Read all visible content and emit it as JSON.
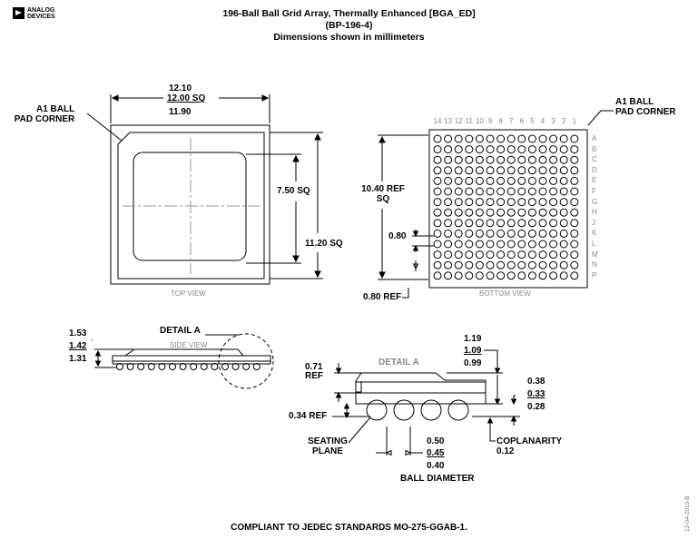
{
  "header": {
    "logo_line1": "ANALOG",
    "logo_line2": "DEVICES",
    "title": "196-Ball Ball Grid Array, Thermally Enhanced [BGA_ED]",
    "subtitle": "(BP-196-4)",
    "units_note": "Dimensions shown in millimeters"
  },
  "top_view": {
    "dim_max": "12.10",
    "dim_nom": "12.00 SQ",
    "dim_min": "11.90",
    "a1_label_line1": "A1 BALL",
    "a1_label_line2": "PAD CORNER",
    "inner_dim": "7.50 SQ",
    "outer_dim": "11.20 SQ",
    "view_label": "TOP VIEW"
  },
  "bottom_view": {
    "a1_label_line1": "A1 BALL",
    "a1_label_line2": "PAD CORNER",
    "column_numbers": [
      "14",
      "13",
      "12",
      "11",
      "10",
      "9",
      "8",
      "7",
      "6",
      "5",
      "4",
      "3",
      "2",
      "1"
    ],
    "row_letters": [
      "A",
      "B",
      "C",
      "D",
      "E",
      "F",
      "G",
      "H",
      "J",
      "K",
      "L",
      "M",
      "N",
      "P"
    ],
    "ref_dim_line1": "10.40 REF",
    "ref_dim_line2": "SQ",
    "pitch_vertical": "0.80",
    "pitch_horizontal": "0.80 REF",
    "view_label": "BOTTOM VIEW"
  },
  "side_view": {
    "h_max": "1.53",
    "h_nom": "1.42",
    "h_min": "1.31",
    "detail_label": "DETAIL A",
    "view_label": "SIDE VIEW"
  },
  "detail_a": {
    "title": "DETAIL A",
    "ref_dim": "0.71",
    "ref_word": "REF",
    "body_max": "1.19",
    "body_nom": "1.09",
    "body_min": "0.99",
    "standoff_max": "0.38",
    "standoff_nom": "0.33",
    "standoff_min": "0.28",
    "ball_ref": "0.34 REF",
    "seating_line1": "SEATING",
    "seating_line2": "PLANE",
    "coplanarity": "COPLANARITY",
    "coplanarity_val": "0.12",
    "ball_max": "0.50",
    "ball_nom": "0.45",
    "ball_min": "0.40",
    "ball_diameter": "BALL DIAMETER"
  },
  "footer": {
    "compliance": "COMPLIANT TO JEDEC STANDARDS MO-275-GGAB-1.",
    "doc_code": "12-04-2015-B"
  },
  "colors": {
    "ink": "#000000",
    "center_line": "#9a9a9a",
    "view_label": "#8a8a8a"
  }
}
